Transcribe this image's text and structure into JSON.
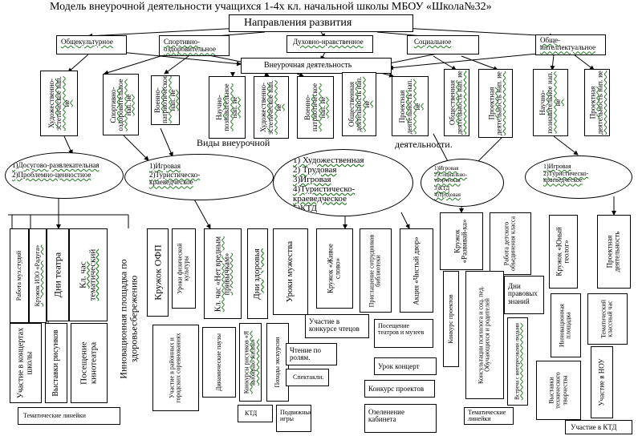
{
  "title": "Модель внеурочной деятельности учащихся 1-4х кл. начальной школы МБОУ «Школа№32»",
  "root": "Направления развития",
  "directions": [
    "Общекультурное",
    "Спортивно-оздоровительное",
    "Духовно-нравственное",
    "Социальное",
    "Обще-интеллектуальное"
  ],
  "center": "Внеурочная деятельность",
  "programs": [
    "Художественно-эстетическое нап. ие",
    "Спортивно-оздоровительное нап. ие",
    "Военно-патриотическое нап. ие",
    "Научно-познавательное нап. ие",
    "Художественно-эстетическое нап. ие",
    "Военно-патриотическое нап. ие",
    "Общественная деятельность нап. ие",
    "Проектная деятельность нап. ие",
    "Общественная деятельность нап. ие",
    "Проектная деятельность нап. ие",
    "Научно-познавательное нап. ие",
    "Проектная деятельность нап. ие"
  ],
  "kinds_label": "Виды внеурочной",
  "kinds_label2": "деятельности.",
  "ellipses": [
    [
      "1)Досугово-развлекательная",
      "2)Проблемно-ценностное"
    ],
    [
      "1)Игровая",
      "2)Туристическо-краеведческое"
    ],
    [
      "1) Художественная",
      "2) Трудовая",
      "3)Игровая",
      "4)Туристическо-краеведческое",
      "5)КТД"
    ],
    [
      "1)Игровая",
      "2)Социально-творческая",
      "3)КТД",
      "4)Трудовая"
    ],
    [
      "1)Игровая",
      "2)Туристическо-краеведческое"
    ]
  ],
  "activities": [
    "Работа муз.студий",
    "Кружок ИЗО «Радуга»",
    "Дни театра",
    "Кл. час тематический",
    "Инновационная площадка по здоровьесбережению",
    "Кружок ОФП",
    "Уроки физической культуры",
    "Кл. час «Нет вредным привычкам»",
    "Дни здоровья",
    "Уроки мужества",
    "Кружок «Живое слово»",
    "Приглашение сотрудников библиотеки",
    "Акция «Чистый двор»",
    "Кружок «Развивай-ка»",
    "Работа детского объединения класса",
    "Кружок «Юный геолог»",
    "Проектная деятельность"
  ],
  "results": [
    "Участие в концертах школы",
    "Выставки рисунков",
    "Посещение кинотеатра",
    "Тематические линейки",
    "Участие в районных и городских соревнованиях",
    "Динамические паузы",
    "Конкурсы рисунков «Я выбираю жизнь»",
    "Походы экскурсии",
    "КТД",
    "Подвижные игры",
    "Участие в конкурсе чтецов",
    "Посещение театров и музеев",
    "Чтение по ролям.",
    "Урок концерт",
    "Спектакли.",
    "Конкурс проектов",
    "Озеленение кабинета",
    "Конкурс проектов",
    "Консультации психолога и соц. пед. Обучающихся и родителей",
    "Встреча с интересными людьми",
    "Дни правовых знаний",
    "Тематические линейки",
    "Инновационная площадка",
    "Выставки технического творчества",
    "Тематический классный час",
    "Участие в НОУ",
    "Участие в КТД"
  ]
}
